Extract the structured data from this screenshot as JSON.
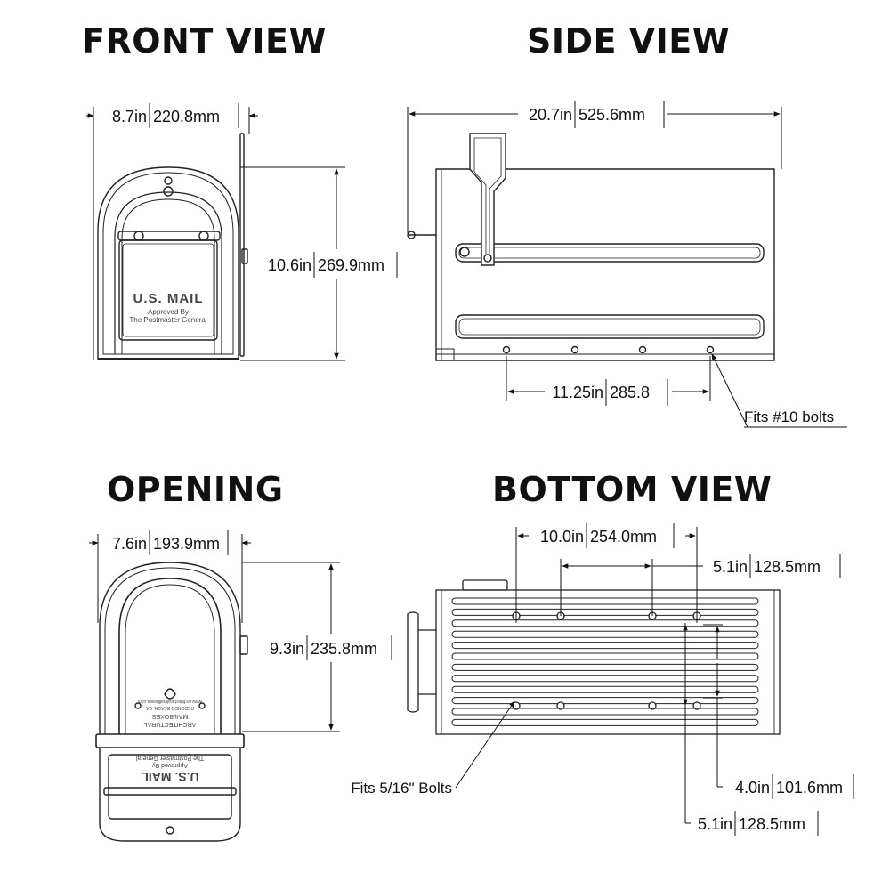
{
  "titles": {
    "front": "FRONT VIEW",
    "side": "SIDE VIEW",
    "opening": "OPENING",
    "bottom": "BOTTOM VIEW"
  },
  "front": {
    "width_in": "8.7in",
    "width_mm": "220.8mm",
    "height_in": "10.6in",
    "height_mm": "269.9mm",
    "door_text_1": "U.S. MAIL",
    "door_text_2": "Approved By",
    "door_text_3": "The Postmaster General"
  },
  "side": {
    "length_in": "20.7in",
    "length_mm": "525.6mm",
    "bolt_span_in": "11.25in",
    "bolt_span_mm": "285.8",
    "bolt_note": "Fits #10 bolts"
  },
  "opening": {
    "width_in": "7.6in",
    "width_mm": "193.9mm",
    "height_in": "9.3in",
    "height_mm": "235.8mm",
    "plate_1": "ARCHITECTURAL",
    "plate_2": "MAILBOXES",
    "plate_3": "REDONDO BEACH, CA",
    "plate_4": "www.architecturalmailboxes.com",
    "door_text_1": "U.S. MAIL",
    "door_text_2": "Approved By",
    "door_text_3": "The Postmaster General"
  },
  "bottom": {
    "outer_in": "10.0in",
    "outer_mm": "254.0mm",
    "inner_in": "5.1in",
    "inner_mm": "128.5mm",
    "depth_in": "4.0in",
    "depth_mm": "101.6mm",
    "lower_in": "5.1in",
    "lower_mm": "128.5mm",
    "bolt_note": "Fits 5/16\" Bolts"
  }
}
